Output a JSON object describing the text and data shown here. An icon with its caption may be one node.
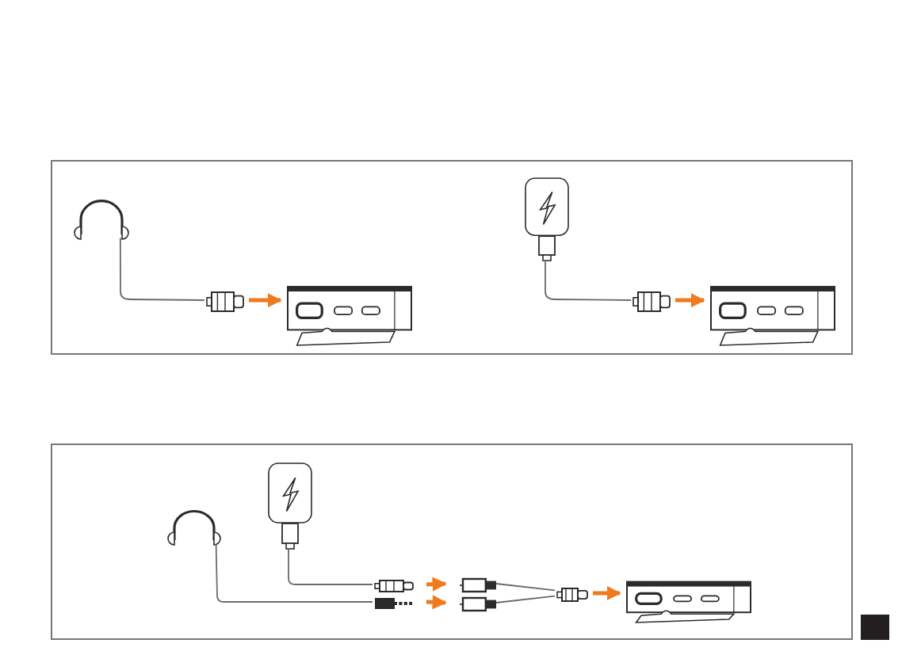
{
  "diagram": {
    "nodes": [
      {
        "text": [],
        "shape": "box"
      },
      {
        "text": [],
        "shape": "headphones",
        "in": 0
      },
      {
        "text": [],
        "shape": "plug",
        "in": 0
      },
      {
        "text": [],
        "shape": "device",
        "in": 0
      },
      {
        "text": [],
        "shape": "charger",
        "in": 0
      },
      {
        "text": [],
        "shape": "plug",
        "in": 0
      },
      {
        "text": [],
        "shape": "device",
        "in": 0
      },
      {
        "text": [],
        "shape": "box"
      },
      {
        "text": [],
        "shape": "charger",
        "in": 7
      },
      {
        "text": [],
        "shape": "headphones",
        "in": 7
      },
      {
        "text": [],
        "shape": "plug",
        "in": 7
      },
      {
        "text": [],
        "shape": "jack",
        "in": 7
      },
      {
        "text": [],
        "shape": "socket",
        "in": 7
      },
      {
        "text": [],
        "shape": "socket",
        "in": 7
      },
      {
        "text": [],
        "shape": "plug",
        "in": 7
      },
      {
        "text": [],
        "shape": "device",
        "in": 7
      }
    ],
    "edges": [
      {
        "from": 1,
        "to": 2,
        "arrow": "none"
      },
      {
        "from": 2,
        "to": 3,
        "arrow": "to",
        "style": "thick",
        "color": "#f07a1e"
      },
      {
        "from": 4,
        "to": 5,
        "arrow": "none"
      },
      {
        "from": 5,
        "to": 6,
        "arrow": "to",
        "style": "thick",
        "color": "#f07a1e"
      },
      {
        "from": 8,
        "to": 10,
        "arrow": "none"
      },
      {
        "from": 9,
        "to": 11,
        "arrow": "none"
      },
      {
        "from": 10,
        "to": 12,
        "arrow": "to",
        "style": "thick",
        "color": "#f07a1e"
      },
      {
        "from": 11,
        "to": 13,
        "arrow": "to",
        "style": "thick",
        "color": "#f07a1e"
      },
      {
        "from": 12,
        "to": 14,
        "arrow": "none"
      },
      {
        "from": 13,
        "to": 14,
        "arrow": "none"
      },
      {
        "from": 14,
        "to": 15,
        "arrow": "to",
        "style": "thick",
        "color": "#f07a1e"
      }
    ]
  }
}
